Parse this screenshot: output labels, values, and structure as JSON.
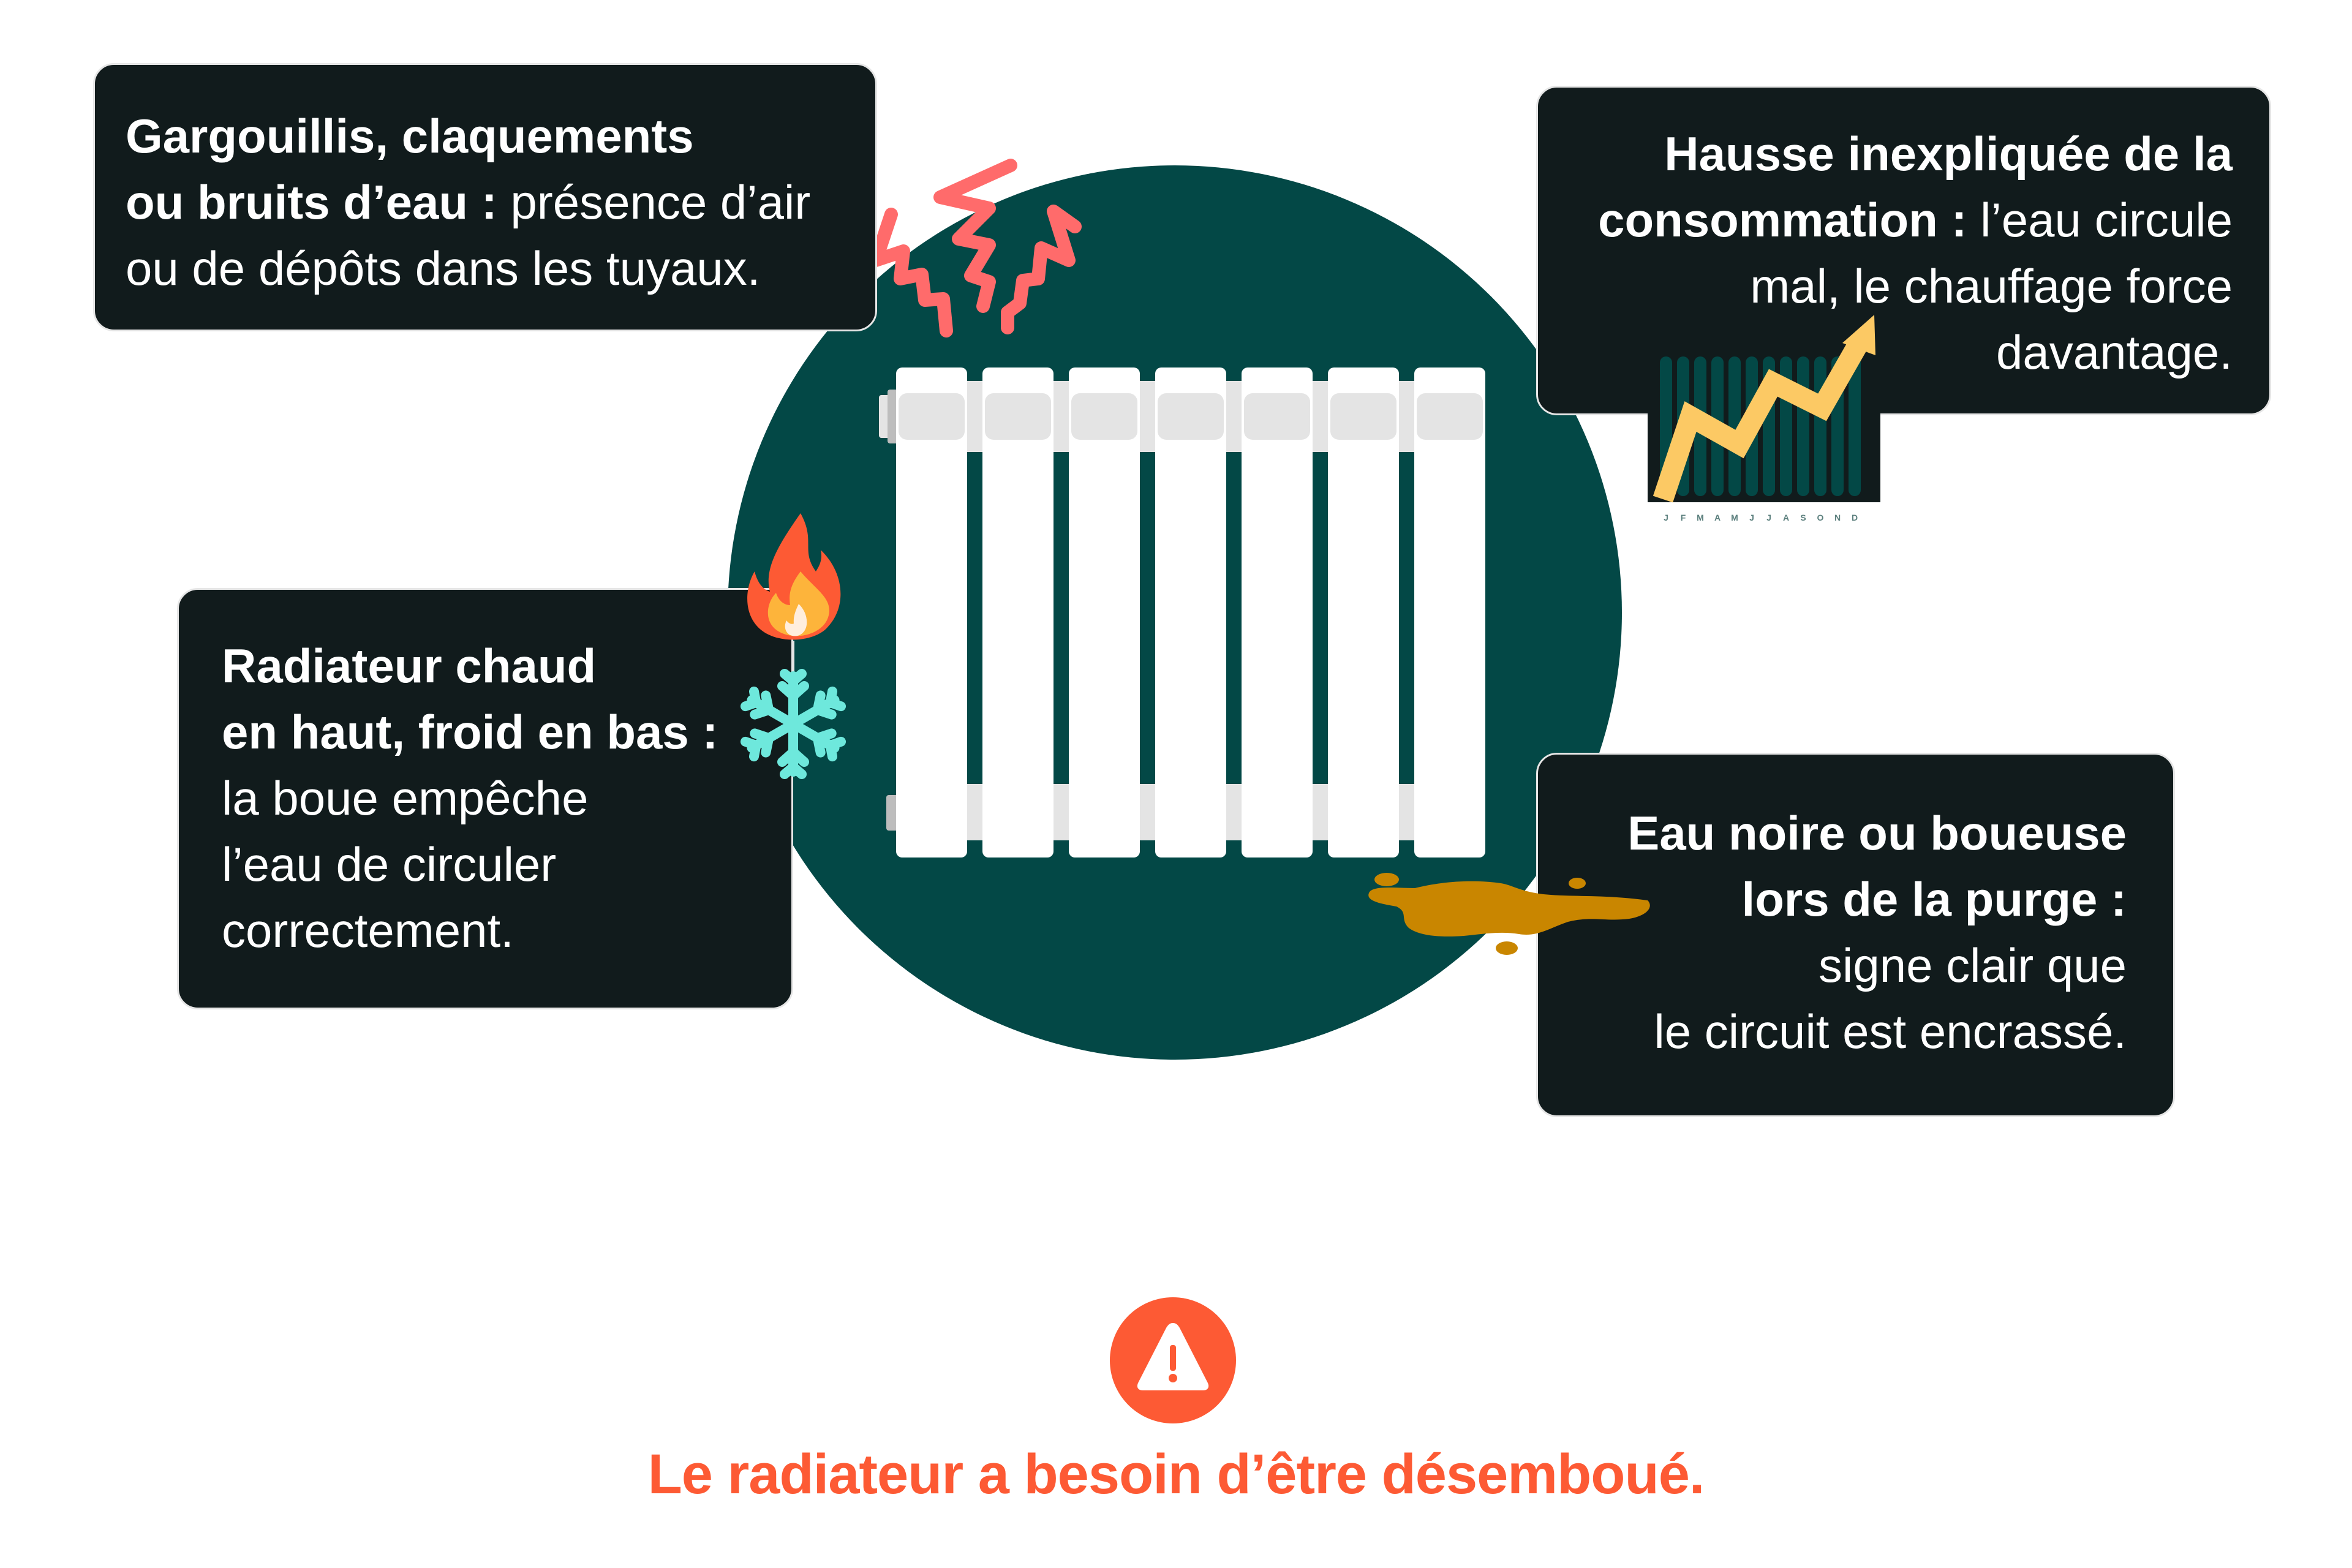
{
  "cards": {
    "noises": {
      "bold": "Gargouillis, claquements ou bruits d’eau :",
      "bold_line1": "Gargouillis, claquements",
      "bold_line2": "ou bruits d’eau :",
      "regular_line2": " présence d’air",
      "regular_line3": "ou de dépôts dans les tuyaux."
    },
    "consumption": {
      "bold_line1": "Hausse inexpliquée de la",
      "bold_line2": "consommation :",
      "regular_line2": " l’eau circule",
      "regular_line3": "mal, le chauffage force",
      "regular_line4": "davantage."
    },
    "hot_cold": {
      "bold_line1": "Radiateur chaud",
      "bold_line2": "en haut, froid en bas :",
      "regular_line3": "la boue empêche",
      "regular_line4": "l’eau de circuler",
      "regular_line5": "correctement."
    },
    "black_water": {
      "bold_line1": "Eau noire ou boueuse",
      "bold_line2": "lors de la purge :",
      "regular_line3": "signe clair que",
      "regular_line4": "le circuit est encrassé."
    }
  },
  "mini_chart": {
    "months": [
      "J",
      "F",
      "M",
      "A",
      "M",
      "J",
      "J",
      "A",
      "S",
      "O",
      "N",
      "D"
    ],
    "trend": "rising"
  },
  "icons": {
    "noise": "noise-squiggle-icon",
    "fire": "fire-icon",
    "snow": "snowflake-icon",
    "mud": "mud-puddle-icon",
    "chart": "rising-chart-icon",
    "warning": "warning-triangle-icon",
    "radiator": "radiator-illustration"
  },
  "colors": {
    "card_bg": "#111b1c",
    "circle": "#034846",
    "accent": "#fd5a34",
    "squiggle": "#ff6b6b",
    "mud": "#c98600",
    "arrow": "#fcc964",
    "snow": "#6ee8dc"
  },
  "footer": {
    "message": "Le radiateur a besoin d’être désemboué."
  }
}
